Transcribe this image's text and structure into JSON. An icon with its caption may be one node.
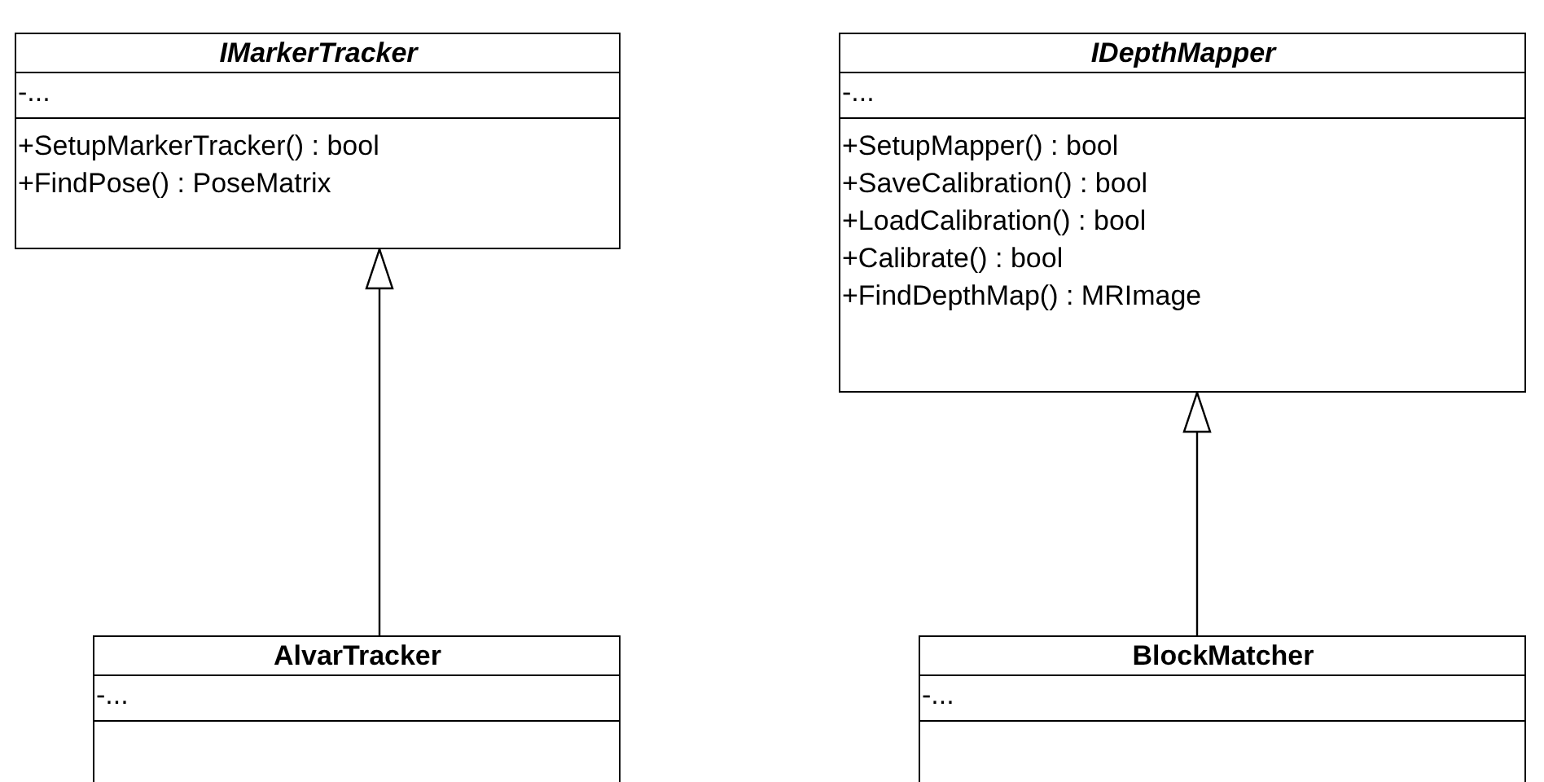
{
  "diagram": {
    "nodes": [
      {
        "text": [
          "IMarkerTracker",
          "-...",
          "+SetupMarkerTracker() : bool",
          "+FindPose() : PoseMatrix"
        ]
      },
      {
        "text": [
          "IDepthMapper",
          "-...",
          "+SetupMapper() : bool",
          "+SaveCalibration() : bool",
          "+LoadCalibration() : bool",
          "+Calibrate() : bool",
          "+FindDepthMap() : MRImage"
        ]
      },
      {
        "text": [
          "AlvarTracker",
          "-..."
        ]
      },
      {
        "text": [
          "BlockMatcher",
          "-..."
        ]
      }
    ],
    "edges": [
      {
        "from": 2,
        "to": 0,
        "arrow": "to"
      },
      {
        "from": 3,
        "to": 1,
        "arrow": "to"
      }
    ]
  }
}
